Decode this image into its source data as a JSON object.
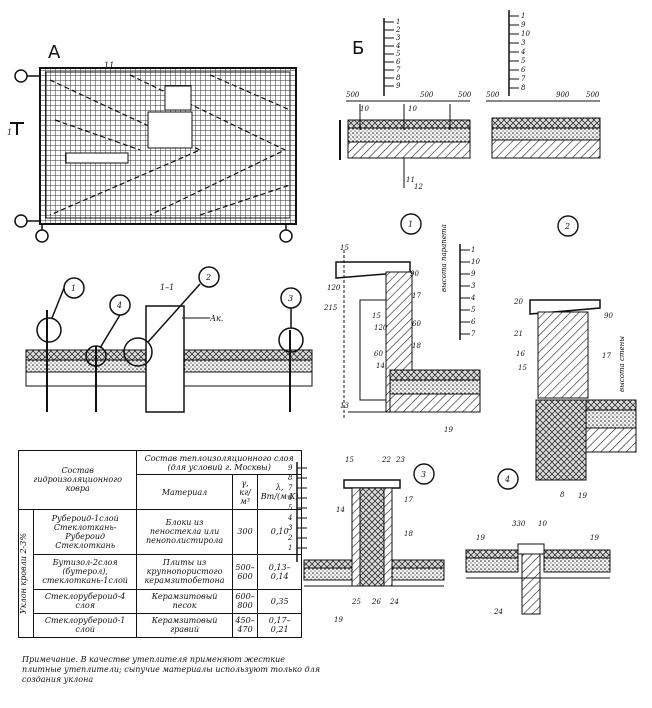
{
  "labels": {
    "panel_a": "А",
    "panel_b": "Б",
    "section_ref": "1",
    "section_title": "1–1",
    "ak": "Ак.",
    "marker_11": "11"
  },
  "callouts": [
    "1",
    "2",
    "3",
    "4"
  ],
  "layer_numbers": [
    "1",
    "2",
    "3",
    "4",
    "5",
    "6",
    "7",
    "8",
    "9",
    "10"
  ],
  "dims": {
    "d500": "500",
    "d900": "900",
    "d10": "10",
    "d120": "120",
    "d60": "60",
    "d90": "90",
    "d215": "215",
    "d330": "330"
  },
  "vertical_notes": {
    "vysota_parapeta": "высота парапета",
    "vysota_steny": "высота стены"
  },
  "leaders": {
    "n11": "11",
    "n12": "12",
    "n13": "13",
    "n14": "14",
    "n15": "15",
    "n16": "16",
    "n17": "17",
    "n18": "18",
    "n19": "19",
    "n20": "20",
    "n21": "21",
    "n22": "22",
    "n23": "23",
    "n24": "24",
    "n25": "25",
    "n26": "26"
  },
  "table": {
    "header_col1": "Состав гидроизоляционного ковра",
    "header_col2": "Состав теплоизоляционного слоя (для условий г. Москвы)",
    "sub_material": "Материал",
    "sub_density": "γ, кг/м³",
    "sub_lambda": "λ, Вт/(м·К)",
    "side_label": "Уклон кровли 2-3%",
    "rows": [
      {
        "layers": "Рубероид-1слой Стеклоткань- Рубероид Стеклоткань",
        "material": "Блоки из пеностекла или пенополистирола",
        "density": "300",
        "lambda": "0,10"
      },
      {
        "layers": "Бутизол-2слоя (бутерол), стеклоткань-1слой",
        "material": "Плиты из крупнопористого керамзитобетона",
        "density": "500–600",
        "lambda": "0,13–0,14"
      },
      {
        "layers": "Стеклорубероид-4 слоя",
        "material": "Керамзитовый песок",
        "density": "600–800",
        "lambda": "0,35"
      },
      {
        "layers": "Стеклорубероид-1 слой",
        "material": "Керамзитовый гравий",
        "density": "450–470",
        "lambda": "0,17–0,21"
      }
    ]
  },
  "note": "Примечание. В качестве утеплителя применяют жесткие плитные утеплители; сыпучие материалы используют только для создания уклона"
}
